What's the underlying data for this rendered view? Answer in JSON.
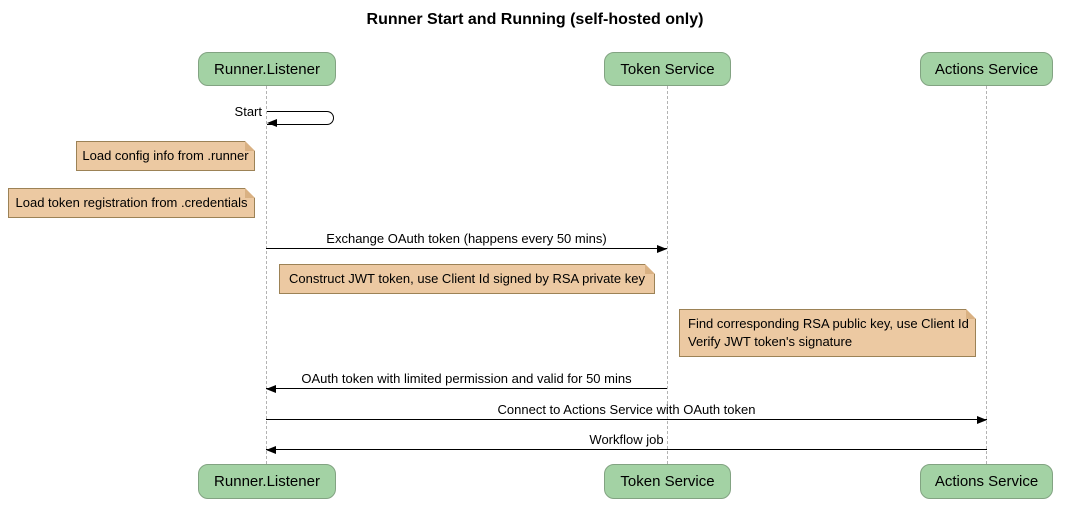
{
  "title": "Runner Start and Running (self-hosted only)",
  "participants": [
    {
      "label": "Runner.Listener"
    },
    {
      "label": "Token Service"
    },
    {
      "label": "Actions Service"
    }
  ],
  "messages": [
    {
      "label": "Start"
    },
    {
      "label": "Exchange OAuth token (happens every 50 mins)"
    },
    {
      "label": "OAuth token with limited permission and valid for 50 mins"
    },
    {
      "label": "Connect to Actions Service with OAuth token"
    },
    {
      "label": "Workflow job"
    }
  ],
  "notes": [
    {
      "lines": [
        "Load config info from .runner"
      ]
    },
    {
      "lines": [
        "Load token registration from .credentials"
      ]
    },
    {
      "lines": [
        "Construct JWT token, use Client Id signed by RSA private key"
      ]
    },
    {
      "lines": [
        "Find corresponding RSA public key, use Client Id",
        "Verify JWT token's signature"
      ]
    }
  ],
  "colors": {
    "participant_fill": "#a3d2a4",
    "participant_border": "#82a382",
    "note_fill": "#ecc9a2",
    "note_border": "#9c8256",
    "note_fold": "#d9b183",
    "lifeline": "#b3b3b3",
    "arrow": "#000000"
  }
}
